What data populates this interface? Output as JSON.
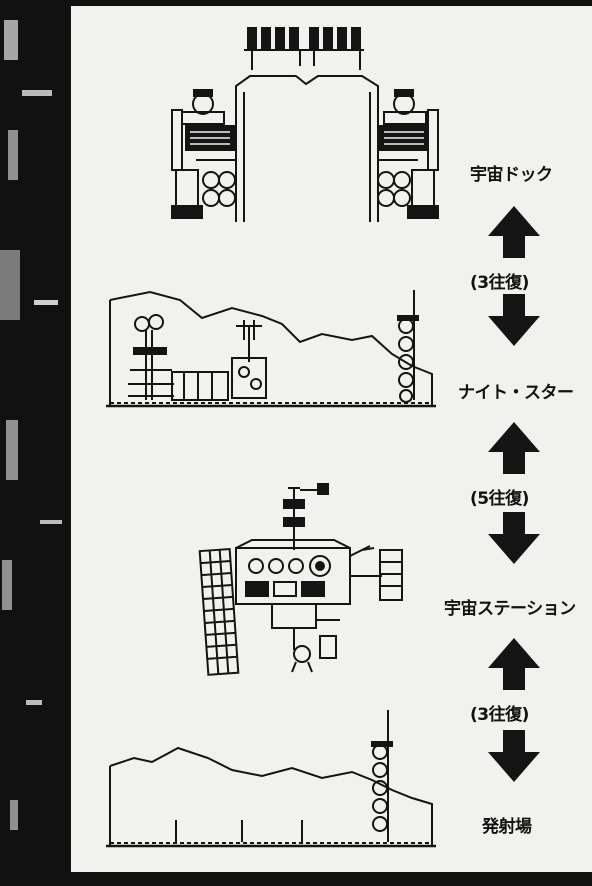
{
  "locations": [
    {
      "id": "space-dock",
      "label": "宇宙ドック"
    },
    {
      "id": "night-star",
      "label": "ナイト・スター"
    },
    {
      "id": "space-station",
      "label": "宇宙ステーション"
    },
    {
      "id": "launch-site",
      "label": "発射場"
    }
  ],
  "trips": [
    {
      "id": "trip-1",
      "label": "(3往復)"
    },
    {
      "id": "trip-2",
      "label": "(5往復)"
    },
    {
      "id": "trip-3",
      "label": "(3往復)"
    }
  ],
  "colors": {
    "paper": "#f1f1ed",
    "ink": "#141414",
    "frame": "#0f0f0f"
  }
}
